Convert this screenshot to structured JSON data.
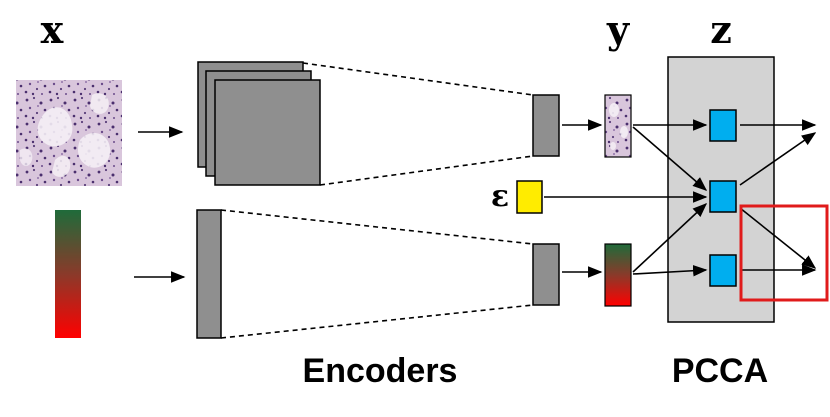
{
  "labels": {
    "x": "x",
    "y": "y",
    "z": "z",
    "epsilon": "ε"
  },
  "captions": {
    "encoders": "Encoders",
    "pcca": "PCCA"
  },
  "colors": {
    "pcca_panel": "#d3d3d3",
    "latent_node": "#00aeef",
    "epsilon_node": "#ffec00",
    "encoder_block": "#8f8f8f",
    "highlight_box": "#e01b1b",
    "gradient_top": "#1f6b3a",
    "gradient_bottom": "#ff0000",
    "tissue_base": "#e9dde9",
    "tissue_dark": "#5a3f7a"
  }
}
